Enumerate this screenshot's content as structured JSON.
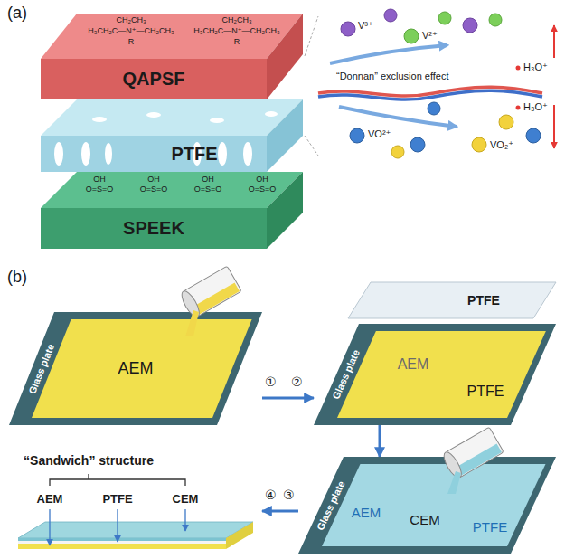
{
  "diagram": {
    "nodes": [
      {
        "text": [
          "QAPSF"
        ]
      },
      {
        "text": [
          "PTFE"
        ]
      },
      {
        "text": [
          "SPEEK"
        ]
      },
      {
        "text": [
          "Glass plate"
        ]
      },
      {
        "text": [
          "AEM"
        ],
        "in": 3
      },
      {
        "text": [
          "PTFE"
        ]
      },
      {
        "text": [
          "Glass plate"
        ]
      },
      {
        "text": [
          "AEM",
          "PTFE"
        ],
        "in": 6
      },
      {
        "text": [
          "Glass plate"
        ]
      },
      {
        "text": [
          "AEM",
          "CEM",
          "PTFE"
        ],
        "in": 8
      },
      {
        "text": [
          "“Sandwich” structure",
          "AEM",
          "PTFE",
          "CEM"
        ]
      }
    ],
    "edges": [
      {
        "from": 3,
        "to": 6,
        "arrow": "to"
      },
      {
        "from": 6,
        "to": 8,
        "arrow": "to"
      },
      {
        "from": 8,
        "to": 10,
        "arrow": "to"
      }
    ],
    "labels": [
      "(a)",
      "CH₂CH₃",
      "H₃CH₂C—N⁺—CH₂CH₃",
      "R",
      "CH₂CH₃",
      "H₃CH₂C—N⁺—CH₂CH₃",
      "R",
      "OH",
      "O=S=O",
      "OH",
      "O=S=O",
      "OH",
      "O=S=O",
      "OH",
      "O=S=O",
      "“Donnan” exclusion effect",
      "V³⁺",
      "V²⁺",
      "VO²⁺",
      "VO₂⁺",
      "H₃O⁺",
      "H₃O⁺",
      "(b)",
      "①",
      "②",
      "③",
      "④"
    ]
  }
}
